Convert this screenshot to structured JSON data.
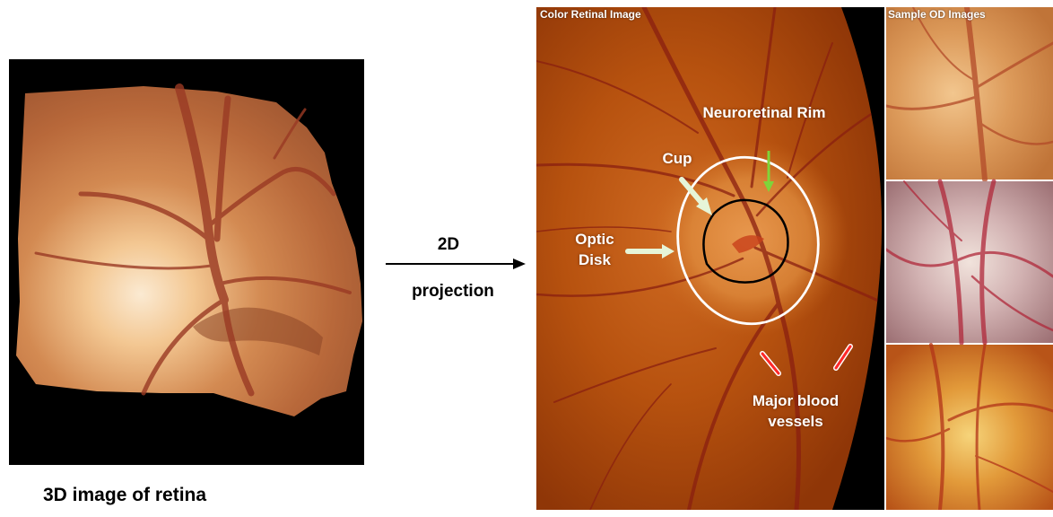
{
  "left_panel": {
    "caption": "3D image of retina"
  },
  "arrow": {
    "label_top": "2D",
    "label_bottom": "projection"
  },
  "retina_panel": {
    "title": "Color Retinal Image",
    "labels": {
      "neuroretinal_rim": "Neuroretinal Rim",
      "cup": "Cup",
      "optic_disk": "Optic Disk",
      "vessels": "Major blood vessels"
    }
  },
  "samples_panel": {
    "title": "Sample OD Images"
  },
  "colors": {
    "retina_orange": "#b54a10",
    "annotation_arrow": "#e6f5d8",
    "rim_arrow": "#7fd43a",
    "vessel_marker": "#ff2a2a",
    "cup_outline": "#000000",
    "disk_outline": "#ffffff"
  }
}
